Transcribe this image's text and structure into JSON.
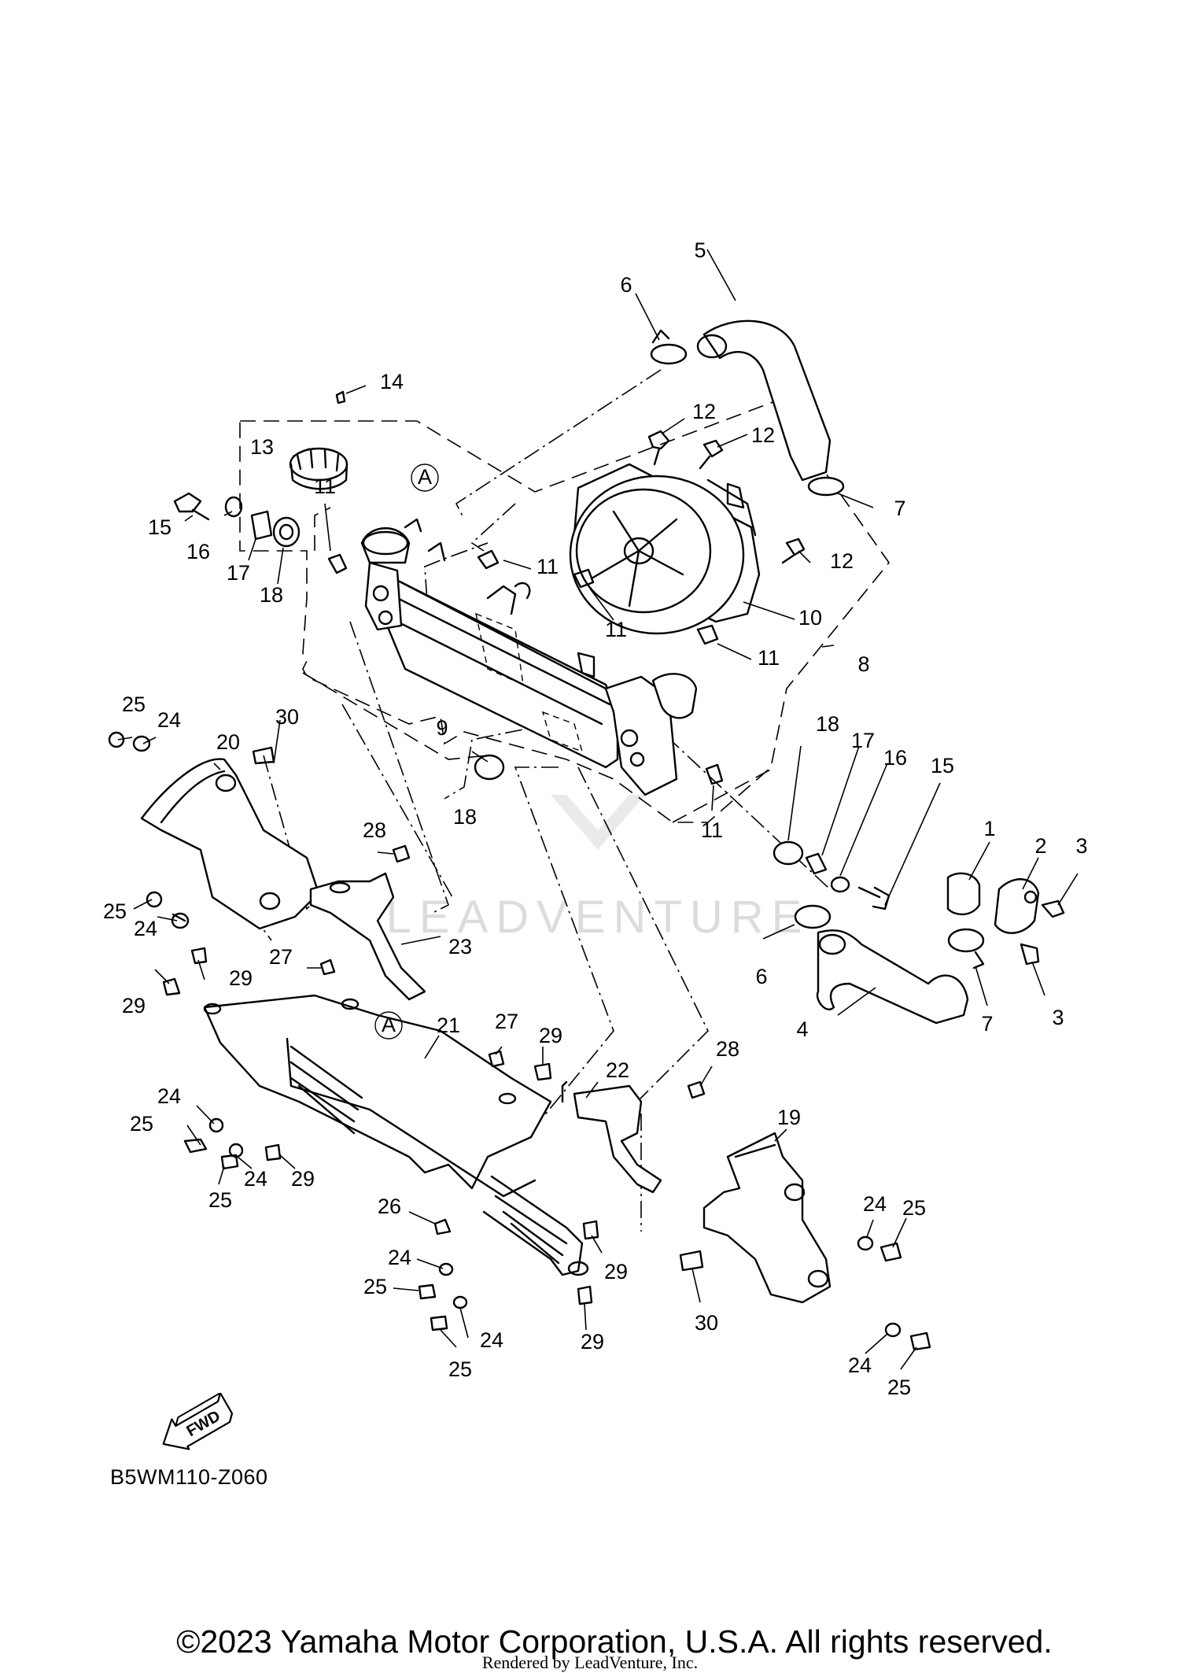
{
  "diagram_code": "B5WM110-Z060",
  "fwd_label": "FWD",
  "copyright": "©2023 Yamaha Motor Corporation, U.S.A. All rights reserved.",
  "rendered_by": "Rendered by LeadVenture, Inc.",
  "watermark": "LEADVENTURE",
  "reference_mark": "A",
  "callouts": [
    "1",
    "2",
    "3",
    "3",
    "4",
    "5",
    "6",
    "6",
    "7",
    "7",
    "8",
    "9",
    "10",
    "11",
    "11",
    "11",
    "11",
    "11",
    "11",
    "12",
    "12",
    "12",
    "13",
    "14",
    "15",
    "15",
    "16",
    "16",
    "17",
    "17",
    "18",
    "18",
    "18",
    "19",
    "20",
    "21",
    "22",
    "23",
    "24",
    "24",
    "24",
    "24",
    "24",
    "24",
    "24",
    "24",
    "25",
    "25",
    "25",
    "25",
    "25",
    "25",
    "25",
    "25",
    "26",
    "27",
    "27",
    "28",
    "28",
    "29",
    "29",
    "29",
    "29",
    "29",
    "29",
    "29",
    "30",
    "30"
  ]
}
